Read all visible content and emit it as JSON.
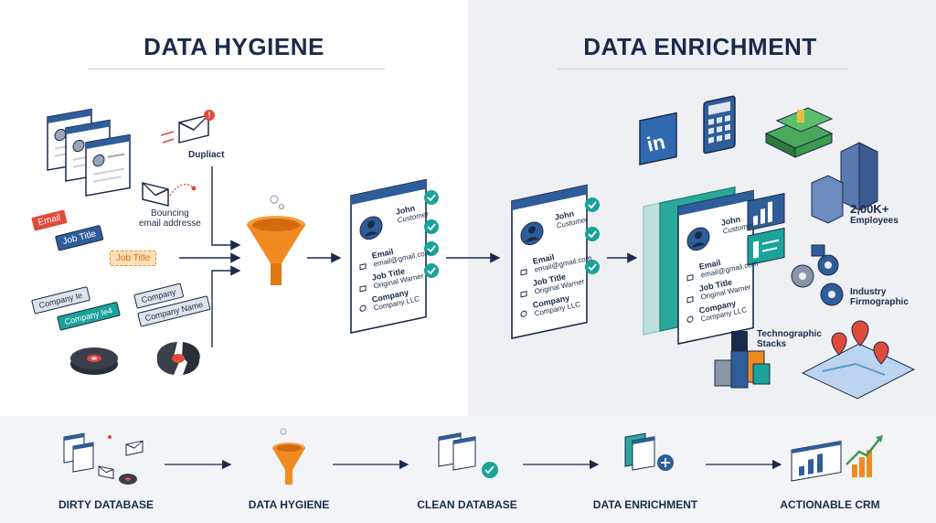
{
  "left_title": "DATA HYGIENE",
  "right_title": "DATA ENRICHMENT",
  "dirty_labels": {
    "duplicate": "Dupliact",
    "bouncing": "Bouncing\nemail addresse",
    "tag_email": "Email",
    "tag_job_title_blue": "Job Title",
    "tag_job_title_orange": "Job Title",
    "tag_company_1": "Company Ie",
    "tag_company_2": "Company Ie4",
    "tag_company_3": "Company",
    "tag_company_4": "Company Name"
  },
  "contact_card": {
    "name": "John",
    "role": "Customer",
    "email_label": "Email",
    "email_value": "email@gmail.com",
    "job_label": "Job Title",
    "job_value": "Original Warner",
    "company_label": "Company",
    "company_value": "Company LLC"
  },
  "enrichment_labels": {
    "linkedin": "in",
    "employees_count": "2,00K+",
    "employees": "Employees",
    "industry": "Industry",
    "firmographic": "Firmographic",
    "technographic": "Technographic",
    "stacks": "Stacks"
  },
  "colors": {
    "navy": "#1a2b4a",
    "blue": "#2f5d9a",
    "orange": "#f28a22",
    "teal": "#1aa39a",
    "red": "#e04a3a",
    "green": "#3a9a55"
  },
  "pipeline": [
    {
      "label": "DIRTY DATABASE",
      "icon": "dirty-database-icon"
    },
    {
      "label": "DATA HYGIENE",
      "icon": "funnel-icon"
    },
    {
      "label": "CLEAN DATABASE",
      "icon": "clean-database-icon"
    },
    {
      "label": "DATA ENRICHMENT",
      "icon": "enrichment-icon"
    },
    {
      "label": "ACTIONABLE CRM",
      "icon": "crm-chart-icon"
    }
  ]
}
